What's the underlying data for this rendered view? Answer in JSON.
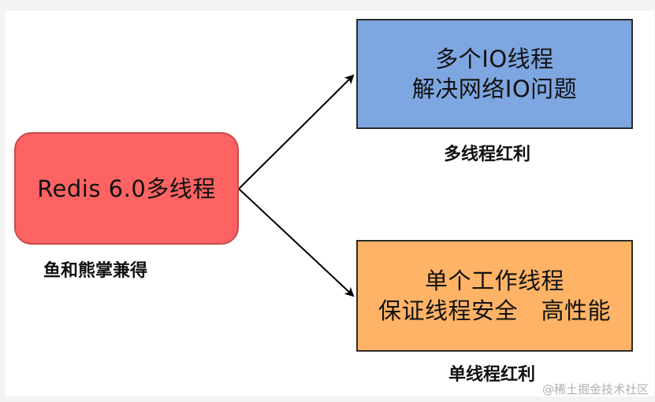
{
  "nodes": {
    "redis": {
      "lines": [
        "Redis 6.0多线程"
      ],
      "caption": "鱼和熊掌兼得",
      "fill": "#fd6363"
    },
    "multi_io": {
      "lines": [
        "多个IO线程",
        "解决网络IO问题"
      ],
      "caption": "多线程红利",
      "fill": "#7ea6e0"
    },
    "single_worker": {
      "lines": [
        "单个工作线程",
        "保证线程安全　高性能"
      ],
      "caption": "单线程红利",
      "fill": "#ffb366"
    }
  },
  "edges": [
    {
      "from": "redis",
      "to": "multi_io"
    },
    {
      "from": "redis",
      "to": "single_worker"
    }
  ],
  "watermark": "@稀土掘金技术社区"
}
